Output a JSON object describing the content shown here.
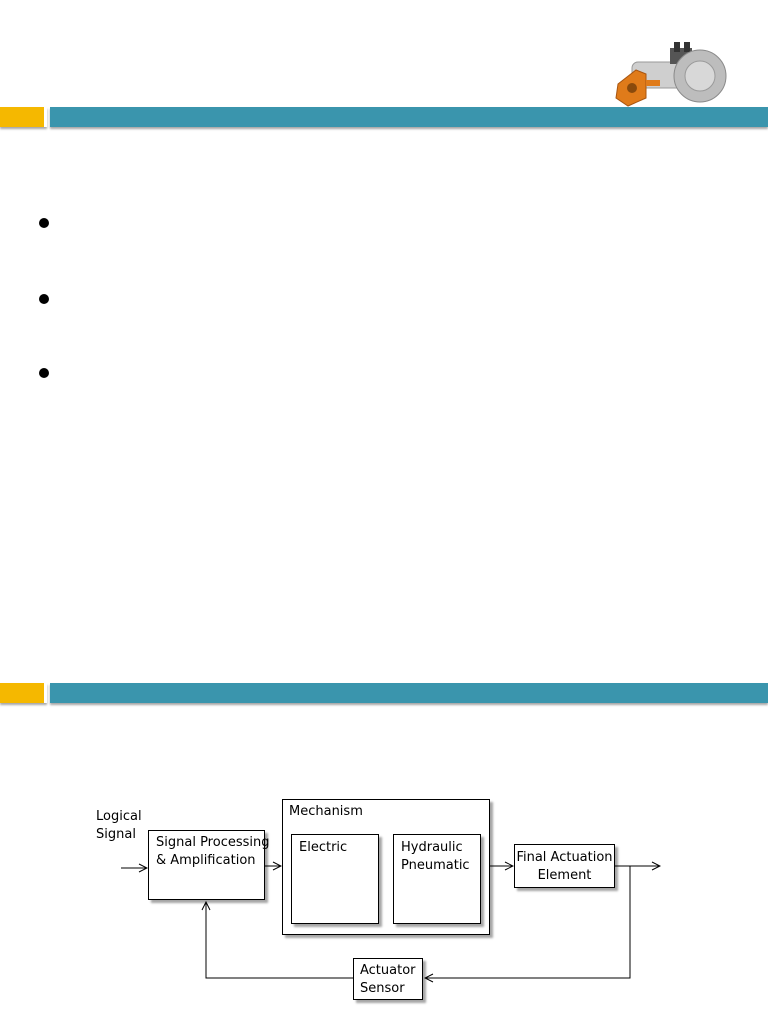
{
  "slide1": {
    "bullets": [
      "",
      "",
      ""
    ],
    "actuator_image": "lego-servo-motor-icon"
  },
  "diagram": {
    "input_label_line1": "Logical",
    "input_label_line2": "Signal",
    "signal_processing_line1": "Signal Processing",
    "signal_processing_line2": "& Amplification",
    "mechanism_title": "Mechanism",
    "electric": "Electric",
    "hydraulic_line1": "Hydraulic",
    "hydraulic_line2": "Pneumatic",
    "final_actuation_line1": "Final Actuation",
    "final_actuation_line2": "Element",
    "sensor_line1": "Actuator",
    "sensor_line2": "Sensor"
  },
  "colors": {
    "accent_orange": "#f5b800",
    "accent_teal": "#3a95ad"
  }
}
